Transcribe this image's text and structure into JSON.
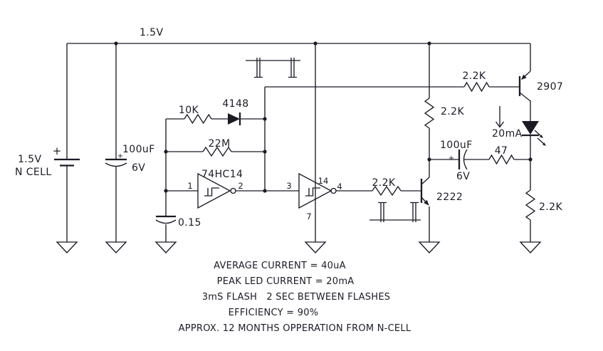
{
  "colors": {
    "ink": "#1b1b26",
    "paper": "#ffffff"
  },
  "power": {
    "rail_label": "1.5V"
  },
  "battery": {
    "plus": "+",
    "voltage": "1.5V",
    "name": "N CELL"
  },
  "bulk_cap": {
    "value": "100uF",
    "plus": "+",
    "voltage": "6V"
  },
  "oscillator": {
    "charge_resistor": "10K",
    "diode": "4148",
    "timing_resistor": "22M",
    "timing_cap": "0.15",
    "ic": "74HC14",
    "pin_in1": "1",
    "pin_out1": "2",
    "pin_in2": "3",
    "pin_out2": "4",
    "pin_vcc": "14",
    "pin_gnd": "7"
  },
  "driver": {
    "pnp_base_resistor": "2.2K",
    "pnp": "2907",
    "pullup_resistor": "2.2K",
    "npn_base_resistor": "2.2K",
    "npn": "2222"
  },
  "led_stage": {
    "peak_current": "20mA",
    "pump_cap": "100uF",
    "pump_cap_plus": "+",
    "pump_cap_voltage": "6V",
    "series_resistor": "47",
    "load_resistor": "2.2K"
  },
  "notes": [
    "AVERAGE CURRENT = 40uA",
    "PEAK LED CURRENT = 20mA",
    "3mS FLASH   2 SEC BETWEEN FLASHES",
    "EFFICIENCY = 90%",
    "APPROX. 12 MONTHS OPPERATION FROM N-CELL"
  ]
}
